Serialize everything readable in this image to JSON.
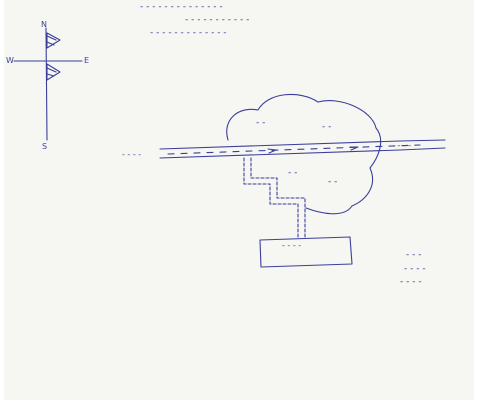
{
  "header_lines": [
    "- - - - - - - - - - - - - -",
    "- - - - - - - - - - -",
    "- - - - - - - - - - - - -"
  ],
  "north_arrow": {
    "north_label": "N",
    "east_label": "E",
    "south_label": "S",
    "west_label": "W"
  },
  "road": {
    "left_label": "- - - -",
    "right_label": "- - - -"
  },
  "areas": [
    {
      "label": "- -"
    },
    {
      "label": "- -"
    },
    {
      "label": "- -"
    },
    {
      "label": "- -"
    }
  ],
  "building_label": "- - - -",
  "signature": {
    "line1": "- - -",
    "line2": "- - - -",
    "line3": "- - - -"
  },
  "colors": {
    "ink": "#3b3f9a",
    "paper": "#f6f6f2"
  }
}
